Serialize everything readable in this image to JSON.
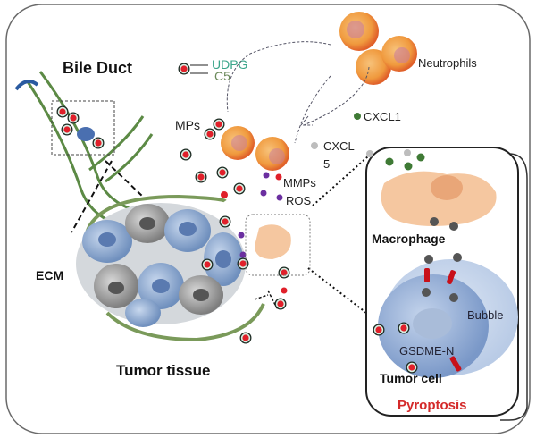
{
  "labels": {
    "bile_duct": "Bile Duct",
    "udpg": "UDPG",
    "c5": "C5",
    "neutrophils": "Neutrophils",
    "mps": "MPs",
    "cxcl1": "CXCL1",
    "cxcl5_line1": "CXCL",
    "cxcl5_line2": "5",
    "mmps": "MMPs",
    "ros": "ROS",
    "ecm": "ECM",
    "tumor_tissue": "Tumor tissue",
    "macrophage": "Macrophage",
    "bubble": "Bubble",
    "gsdme": "GSDME-N",
    "tumor_cell": "Tumor cell",
    "pyroptosis": "Pyroptosis"
  },
  "colors": {
    "udpg": "#3aa58a",
    "c5": "#6b8a5a",
    "pyroptosis": "#d42a2a",
    "cxcl1_dot": "#3f7a35",
    "cxcl5_dot": "#bdbdbd",
    "mp_core": "#e0202a",
    "ros_dot": "#6b2fa0"
  }
}
